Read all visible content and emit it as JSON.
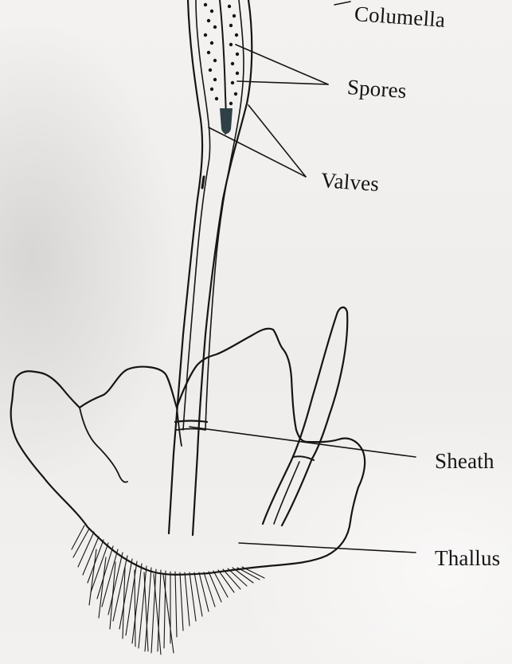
{
  "diagram": {
    "labels": {
      "columella": "Columella",
      "spores": "Spores",
      "valves": "Valves",
      "sheath": "Sheath",
      "thallus": "Thallus"
    },
    "colors": {
      "ink": "#151515",
      "paper": "#f1efed"
    }
  }
}
